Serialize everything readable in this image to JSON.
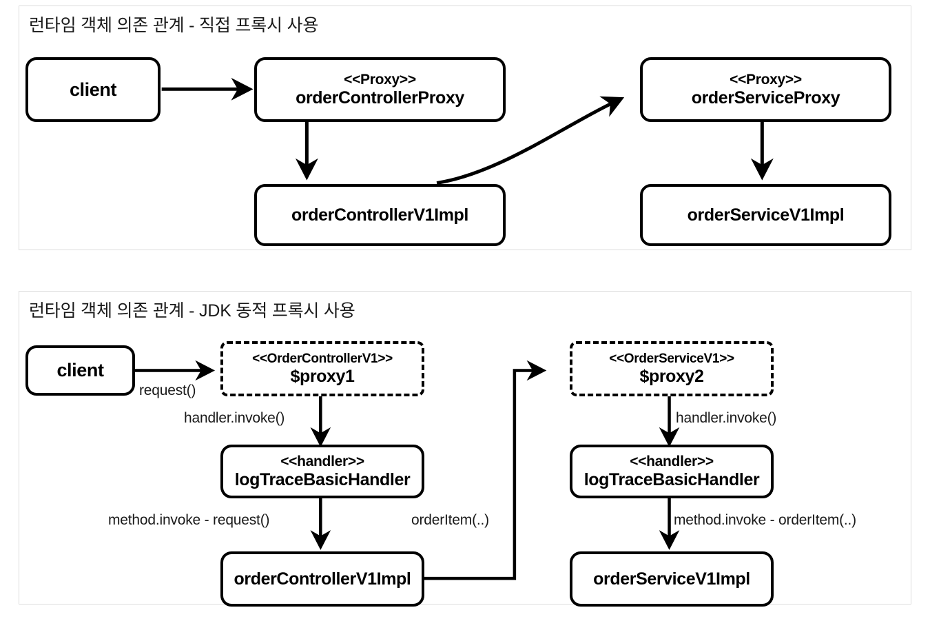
{
  "panels": [
    {
      "id": "direct",
      "title": "런타임 객체 의존 관계 - 직접 프록시 사용",
      "nodes": [
        {
          "id": "client",
          "stereotype": "",
          "name": "client"
        },
        {
          "id": "order-controller-proxy",
          "stereotype": "<<Proxy>>",
          "name": "orderControllerProxy"
        },
        {
          "id": "order-service-proxy",
          "stereotype": "<<Proxy>>",
          "name": "orderServiceProxy"
        },
        {
          "id": "order-controller-impl",
          "stereotype": "",
          "name": "orderControllerV1Impl"
        },
        {
          "id": "order-service-impl",
          "stereotype": "",
          "name": "orderServiceV1Impl"
        }
      ],
      "edges": [
        {
          "from": "client",
          "to": "order-controller-proxy",
          "label": ""
        },
        {
          "from": "order-controller-proxy",
          "to": "order-controller-impl",
          "label": ""
        },
        {
          "from": "order-controller-impl",
          "to": "order-service-proxy",
          "label": ""
        },
        {
          "from": "order-service-proxy",
          "to": "order-service-impl",
          "label": ""
        }
      ]
    },
    {
      "id": "jdk",
      "title": "런타임 객체 의존 관계 - JDK 동적 프록시 사용",
      "nodes": [
        {
          "id": "client",
          "stereotype": "",
          "name": "client"
        },
        {
          "id": "proxy1",
          "stereotype": "<<OrderControllerV1>>",
          "name": "$proxy1"
        },
        {
          "id": "proxy2",
          "stereotype": "<<OrderServiceV1>>",
          "name": "$proxy2"
        },
        {
          "id": "handler-left",
          "stereotype": "<<handler>>",
          "name": "logTraceBasicHandler"
        },
        {
          "id": "handler-right",
          "stereotype": "<<handler>>",
          "name": "logTraceBasicHandler"
        },
        {
          "id": "order-controller-impl",
          "stereotype": "",
          "name": "orderControllerV1Impl"
        },
        {
          "id": "order-service-impl",
          "stereotype": "",
          "name": "orderServiceV1Impl"
        }
      ],
      "edges": [
        {
          "from": "client",
          "to": "proxy1",
          "label": "request()"
        },
        {
          "from": "proxy1",
          "to": "handler-left",
          "label": "handler.invoke()"
        },
        {
          "from": "handler-left",
          "to": "order-controller-impl",
          "label": "method.invoke - request()"
        },
        {
          "from": "order-controller-impl",
          "to": "proxy2",
          "label": "orderItem(..)"
        },
        {
          "from": "proxy2",
          "to": "handler-right",
          "label": "handler.invoke()"
        },
        {
          "from": "handler-right",
          "to": "order-service-impl",
          "label": "method.invoke - orderItem(..)"
        }
      ]
    }
  ],
  "colors": {
    "panel_border": "#dcdcdc",
    "node_border": "#000000",
    "node_fill": "#ffffff",
    "text": "#000000",
    "background": "#ffffff"
  }
}
